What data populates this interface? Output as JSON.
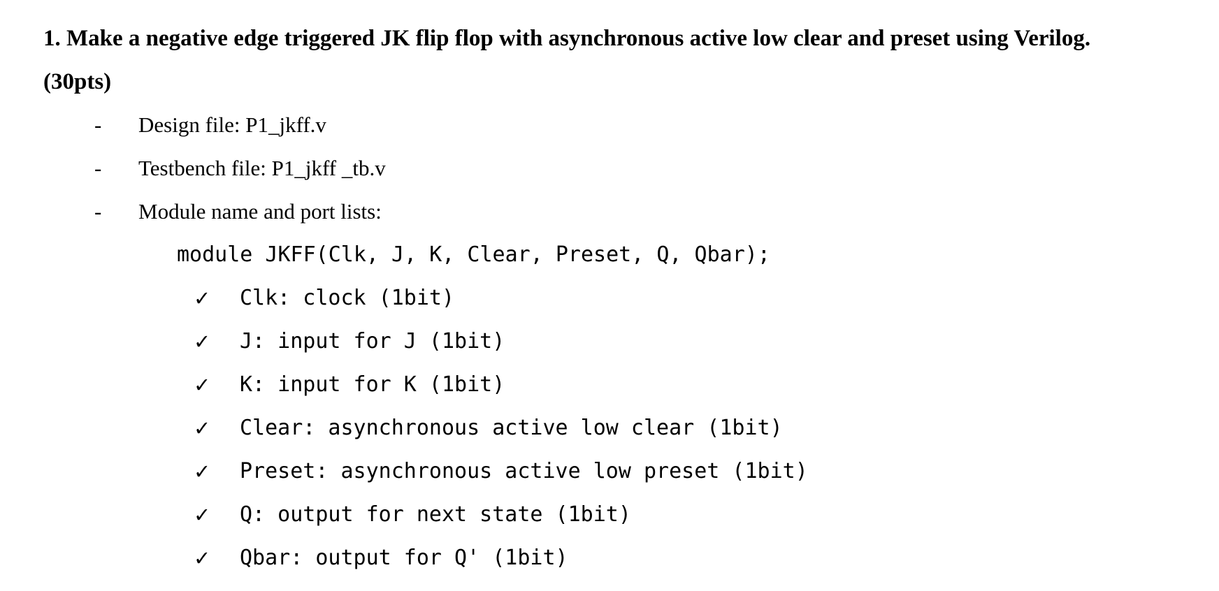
{
  "document": {
    "colors": {
      "background": "#ffffff",
      "text": "#000000"
    },
    "heading": {
      "line1": "1. Make a negative edge triggered JK flip flop with asynchronous active low clear and preset using Verilog.",
      "line2": "(30pts)"
    },
    "bullet_marker": "-",
    "check_marker": "✓",
    "bullets": [
      {
        "text": "Design file: P1_jkff.v"
      },
      {
        "text": "Testbench file: P1_jkff _tb.v"
      },
      {
        "text": "Module name and port lists:"
      }
    ],
    "code_line": "module JKFF(Clk, J, K, Clear, Preset, Q, Qbar);",
    "ports": [
      {
        "text": "Clk: clock (1bit)"
      },
      {
        "text": "J: input for J (1bit)"
      },
      {
        "text": "K: input for K (1bit)"
      },
      {
        "text": "Clear: asynchronous active low clear (1bit)"
      },
      {
        "text": "Preset: asynchronous active low preset (1bit)"
      },
      {
        "text": "Q: output for next state (1bit)"
      },
      {
        "text": "Qbar: output for Q' (1bit)"
      }
    ]
  }
}
